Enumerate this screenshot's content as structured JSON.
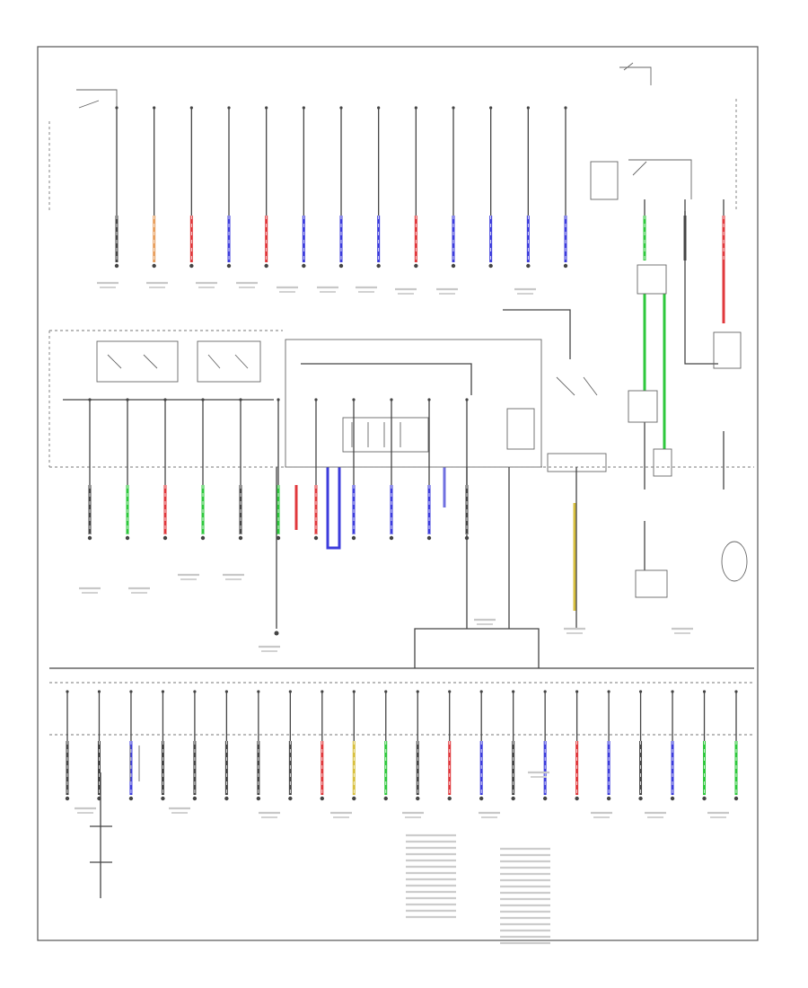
{
  "colors": {
    "red": "#e0383c",
    "blue": "#3c3cdc",
    "green": "#2ec83c",
    "orange": "#e8a060",
    "yellow": "#d8c040",
    "violet": "#7070e0",
    "black": "#444444"
  },
  "top_circuits": [
    "gray",
    "orange",
    "red",
    "blue",
    "red",
    "blue",
    "blue",
    "blue",
    "red",
    "blue",
    "blue",
    "blue",
    "blue"
  ],
  "right_circuits": [
    "green",
    "black",
    "red"
  ],
  "lower_circuits": [
    "black",
    "green",
    "red",
    "green",
    "black",
    "green",
    "red",
    "blue",
    "blue",
    "blue",
    "black"
  ],
  "bottom_circuits": [
    "black",
    "black",
    "blue",
    "black",
    "black",
    "black",
    "black",
    "black",
    "red",
    "yellow",
    "green",
    "black",
    "red",
    "blue",
    "black",
    "blue",
    "red",
    "blue",
    "black",
    "blue",
    "green",
    "green"
  ],
  "label_mark": "— — —"
}
